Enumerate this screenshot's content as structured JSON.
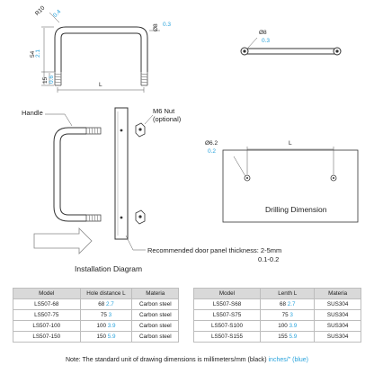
{
  "top_drawing": {
    "r_label": "R",
    "r_inch": "0.4",
    "r_mm": "10",
    "dia_label": "Ø8",
    "dia_inch": "0.3",
    "height_mm": "54",
    "height_inch": "2.1",
    "thread_mm": "15",
    "thread_inch": "0.6",
    "length_label": "L"
  },
  "end_view": {
    "dia_label": "Ø8",
    "dia_inch": "0.3"
  },
  "installation": {
    "handle_label": "Handle",
    "nut_label": "M6 Nut",
    "nut_sub": "(optional)",
    "panel_note": "Recommended door panel thickness: 2-5mm",
    "panel_note_inch": "0.1-0.2",
    "title": "Installation Diagram"
  },
  "drilling": {
    "dia_label": "Ø6.2",
    "dia_inch": "0.2",
    "length_label": "L",
    "title": "Drilling Dimension"
  },
  "table": {
    "headers": [
      "Model",
      "Hole distance L",
      "Materia",
      "Model",
      "Lenth L",
      "Materia"
    ],
    "rows": [
      {
        "m1": "LS507-68",
        "l1": "68",
        "l1i": "2.7",
        "mat1": "Carbon steel",
        "m2": "LS507-S68",
        "l2": "68",
        "l2i": "2.7",
        "mat2": "SUS304"
      },
      {
        "m1": "LS507-75",
        "l1": "75",
        "l1i": "3",
        "mat1": "Carbon steel",
        "m2": "LS507-S75",
        "l2": "75",
        "l2i": "3",
        "mat2": "SUS304"
      },
      {
        "m1": "LS507-100",
        "l1": "100",
        "l1i": "3.9",
        "mat1": "Carbon steel",
        "m2": "LS507-S100",
        "l2": "100",
        "l2i": "3.9",
        "mat2": "SUS304"
      },
      {
        "m1": "LS507-150",
        "l1": "150",
        "l1i": "5.9",
        "mat1": "Carbon steel",
        "m2": "LS507-S155",
        "l2": "155",
        "l2i": "5.9",
        "mat2": "SUS304"
      }
    ]
  },
  "note": {
    "text": "Note: The standard unit of drawing dimensions is millimeters/mm (black) ",
    "blue_text": "inches/\" (blue)"
  },
  "colors": {
    "accent_blue": "#29a3dc",
    "line": "#333333",
    "header_gray": "#d9d9d9"
  }
}
